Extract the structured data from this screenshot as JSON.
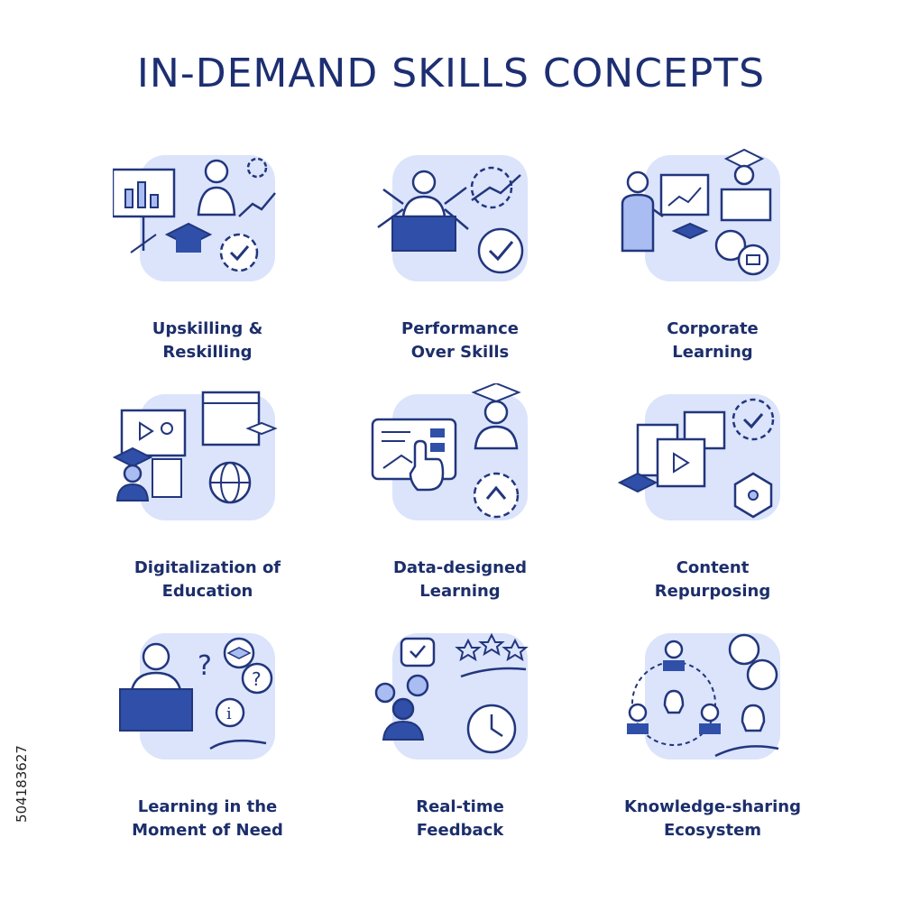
{
  "title": "IN-DEMAND SKILLS CONCEPTS",
  "stock_id": "504183627",
  "colors": {
    "accent": "#1d2f72",
    "fill_light": "#dbe4fb",
    "fill_mid": "#a9bdf2",
    "stroke": "#22367d"
  },
  "concepts": [
    {
      "label": "Upskilling &\nReskilling",
      "icon": "presentation-icon"
    },
    {
      "label": "Performance\nOver Skills",
      "icon": "multitask-icon"
    },
    {
      "label": "Corporate\nLearning",
      "icon": "corporate-training-icon"
    },
    {
      "label": "Digitalization of\nEducation",
      "icon": "online-education-icon"
    },
    {
      "label": "Data-designed\nLearning",
      "icon": "data-dashboard-icon"
    },
    {
      "label": "Content\nRepurposing",
      "icon": "content-files-icon"
    },
    {
      "label": "Learning in the\nMoment of Need",
      "icon": "laptop-question-icon"
    },
    {
      "label": "Real-time\nFeedback",
      "icon": "feedback-rating-icon"
    },
    {
      "label": "Knowledge-sharing\nEcosystem",
      "icon": "network-idea-icon"
    }
  ]
}
